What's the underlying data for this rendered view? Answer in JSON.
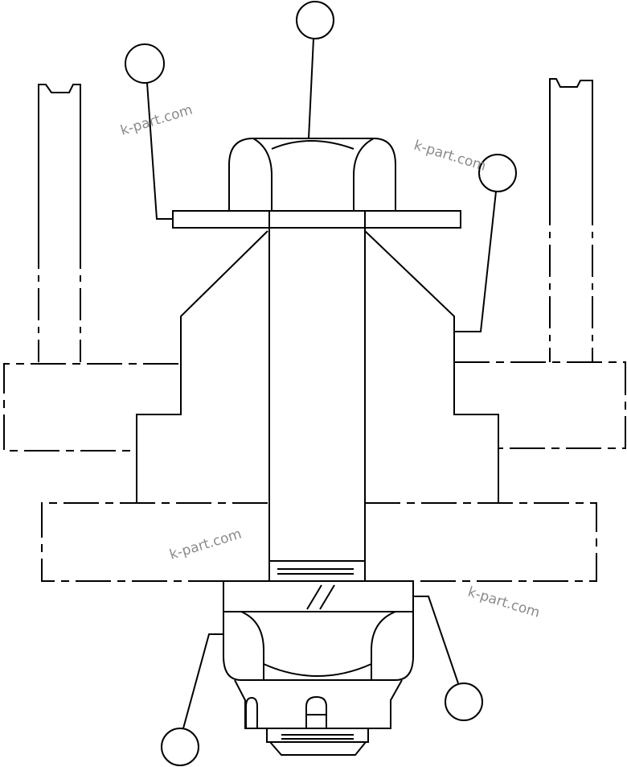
{
  "watermarks": [
    "k-part.com",
    "k-part.com",
    "k-part.com",
    "k-part.com"
  ],
  "callouts": [
    "",
    "",
    "",
    "",
    "",
    ""
  ],
  "colors": {
    "line": "#000000",
    "background": "#ffffff",
    "watermark": "#8a8a8a"
  }
}
